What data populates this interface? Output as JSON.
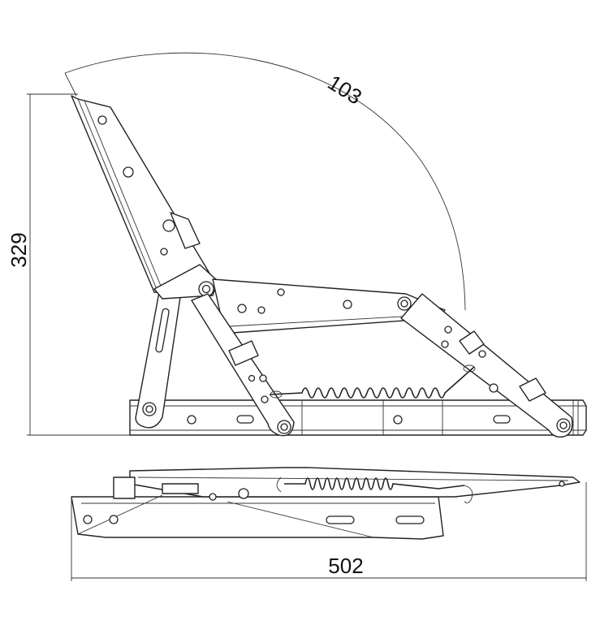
{
  "dimensions": {
    "arc_label": "103",
    "height_label": "329",
    "width_label": "502"
  }
}
